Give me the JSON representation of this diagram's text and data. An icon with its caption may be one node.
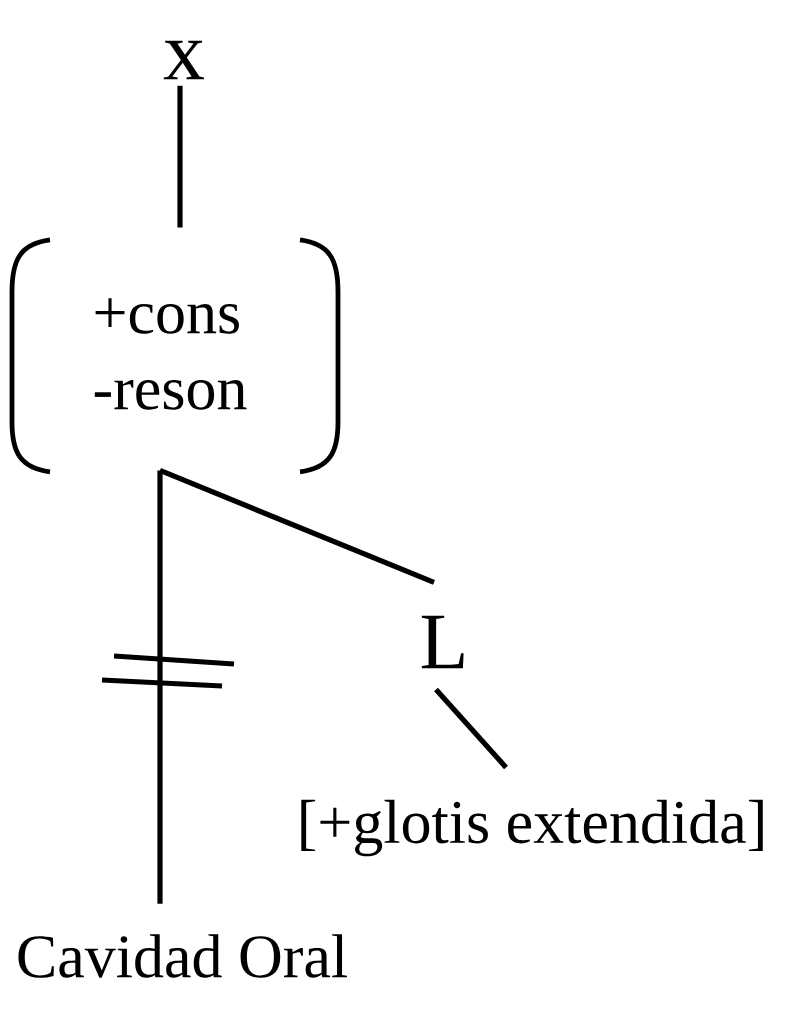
{
  "diagram": {
    "nodes": [
      {
        "text": [
          "x"
        ]
      },
      {
        "text": [
          "+cons",
          "-reson"
        ]
      },
      {
        "text": [
          "L"
        ]
      },
      {
        "text": [
          "[+glotis extendida]"
        ]
      },
      {
        "text": [
          "Cavidad Oral"
        ]
      }
    ],
    "edges": [
      {
        "from": 0,
        "to": 1,
        "arrow": "none"
      },
      {
        "from": 1,
        "to": 2,
        "arrow": "none"
      },
      {
        "from": 1,
        "to": 4,
        "arrow": "none"
      },
      {
        "from": 2,
        "to": 3,
        "arrow": "none"
      }
    ]
  }
}
